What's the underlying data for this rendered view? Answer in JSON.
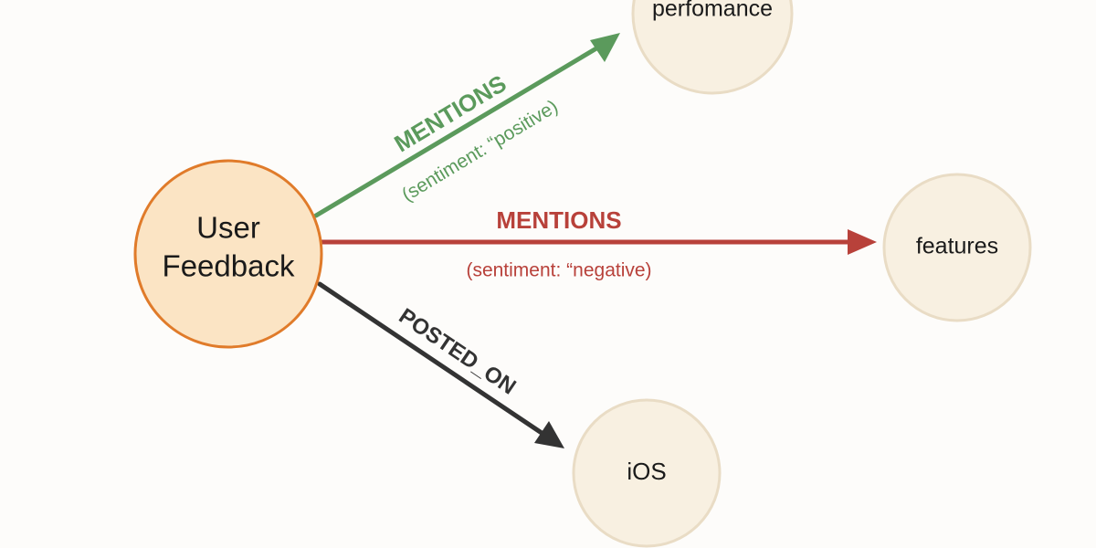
{
  "colors": {
    "background": "#fdfcfa",
    "source_node_fill": "#fbe4c4",
    "source_node_stroke": "#e07b2a",
    "target_node_fill": "#f8f0e1",
    "target_node_stroke": "#e9dcc5",
    "positive": "#5b9a5c",
    "negative": "#b8413a",
    "neutral": "#333333"
  },
  "nodes": {
    "user_feedback": {
      "line1": "User",
      "line2": "Feedback"
    },
    "performance": {
      "label": "perfomance"
    },
    "features": {
      "label": "features"
    },
    "ios": {
      "label": "iOS"
    }
  },
  "edges": {
    "positive": {
      "label": "MENTIONS",
      "property": "(sentiment: “positive)"
    },
    "negative": {
      "label": "MENTIONS",
      "property": "(sentiment: “negative)"
    },
    "posted_on": {
      "label": "POSTED_ON"
    }
  }
}
